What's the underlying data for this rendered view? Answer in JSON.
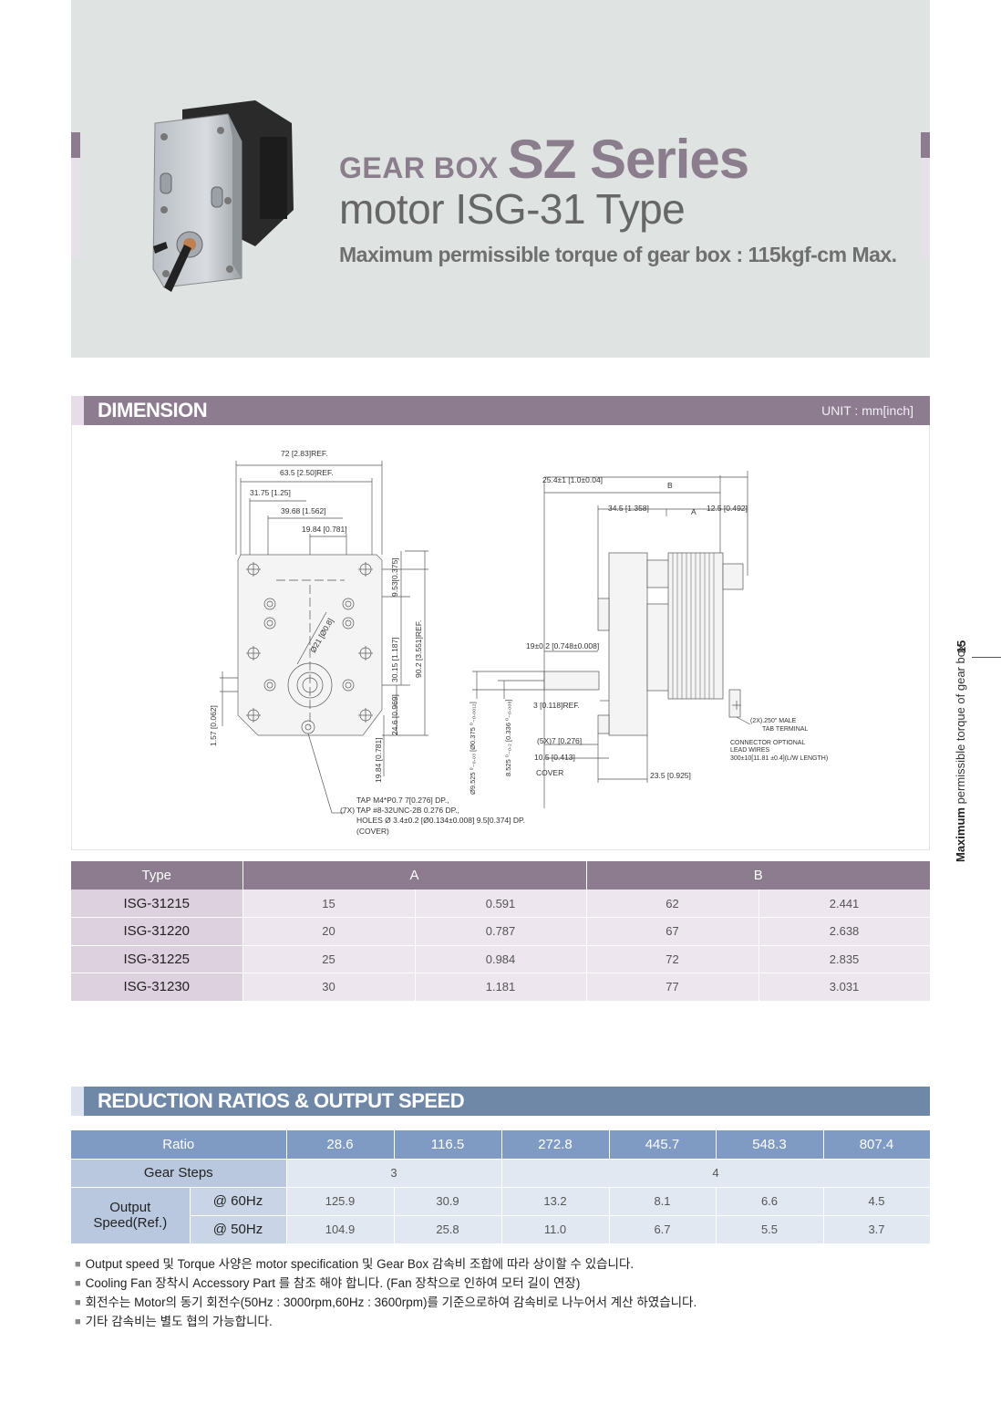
{
  "header": {
    "gearbox_label": "GEAR BOX",
    "series": "SZ Series",
    "motor": "motor  ISG-31 Type",
    "torque": "Maximum permissible torque of gear box : 115kgf-cm Max."
  },
  "dimension": {
    "title": "DIMENSION",
    "unit": "UNIT : mm[inch]",
    "drawing_labels": {
      "d72": "72 [2.83]REF.",
      "d63": "63.5 [2.50]REF.",
      "d31": "31.75 [1.25]",
      "d39": "39.68 [1.562]",
      "d19": "19.84 [0.781]",
      "d953": "9.53[0.375]",
      "d3015": "30.15 [1.187]",
      "d902": "90.2 [3.551]REF.",
      "d246": "24.6 [0.969]",
      "d1984v": "19.84 [0.781]",
      "d157": "1.57 [0.062]",
      "dia21": "Ø21 [Ø0.8]",
      "tap1": "TAP M4*P0.7  7[0.276] DP.,",
      "tap2": "TAP #8-32UNC-2B 0.276 DP.,",
      "tap3": "HOLES Ø 3.4±0.2 [Ø0.134±0.008] 9.5[0.374] DP.",
      "tap4": "(COVER)",
      "tap7x": "(7X)",
      "d254": "25.4±1 [1.0±0.04]",
      "dB": "B",
      "dA": "A",
      "d345": "34.5 [1.358]",
      "d125": "12.5 [0.492]",
      "d19s": "19±0.2 [0.748±0.008]",
      "d3ref": "3 [0.118]REF.",
      "d5x7": "(5X)7 [0.276]",
      "d105": "10.5 [0.413]",
      "cover": "COVER",
      "d235": "23.5 [0.925]",
      "dshaft": "Ø9.525 ⁰₋₀.₀₃ [Ø0.375 ⁰₋₀.₀₀₁₂]",
      "dflat": "8.525 ⁰₋₀.₂ [0.336 ⁰₋₀.₀₀₈]",
      "term1": "(2X).250\" MALE",
      "term2": "TAB TERMINAL",
      "conn1": "CONNECTOR OPTIONAL",
      "conn2": "LEAD WIRES",
      "conn3": "300±10[11.81 ±0.4](L/W LENGTH)"
    },
    "table": {
      "headers": [
        "Type",
        "A",
        "B"
      ],
      "rows": [
        {
          "type": "ISG-31215",
          "a_mm": "15",
          "a_in": "0.591",
          "b_mm": "62",
          "b_in": "2.441"
        },
        {
          "type": "ISG-31220",
          "a_mm": "20",
          "a_in": "0.787",
          "b_mm": "67",
          "b_in": "2.638"
        },
        {
          "type": "ISG-31225",
          "a_mm": "25",
          "a_in": "0.984",
          "b_mm": "72",
          "b_in": "2.835"
        },
        {
          "type": "ISG-31230",
          "a_mm": "30",
          "a_in": "1.181",
          "b_mm": "77",
          "b_in": "3.031"
        }
      ]
    }
  },
  "reduction": {
    "title": "REDUCTION RATIOS & OUTPUT SPEED",
    "ratio_label": "Ratio",
    "ratios": [
      "28.6",
      "116.5",
      "272.8",
      "445.7",
      "548.3",
      "807.4"
    ],
    "gear_steps_label": "Gear Steps",
    "gear_steps_3": "3",
    "gear_steps_4": "4",
    "output_label": "Output\nSpeed(Ref.)",
    "hz60_label": "@ 60Hz",
    "hz50_label": "@ 50Hz",
    "speed_60": [
      "125.9",
      "30.9",
      "13.2",
      "8.1",
      "6.6",
      "4.5"
    ],
    "speed_50": [
      "104.9",
      "25.8",
      "11.0",
      "6.7",
      "5.5",
      "3.7"
    ]
  },
  "notes": [
    "Output speed 및 Torque 사양은 motor specification 및 Gear Box 감속비 조합에 따라 상이할 수 있습니다.",
    "Cooling Fan 장착시 Accessory Part 를 참조 해야 합니다. (Fan 장착으로 인하여 모터 길이 연장)",
    "회전수는 Motor의 동기 회전수(50Hz : 3000rpm,60Hz : 3600rpm)를 기준으로하여 감속비로 나누어서 계산 하였습니다.",
    "기타 감속비는 별도 협의 가능합니다."
  ],
  "sidebar": {
    "page_number": "15",
    "bold": "Maximum",
    "rest": " permissible torque of gear box"
  },
  "colors": {
    "dimension_bar": "#8d7b90",
    "reduction_bar": "#7088a8",
    "hero_bg": "#dfe3e1"
  }
}
